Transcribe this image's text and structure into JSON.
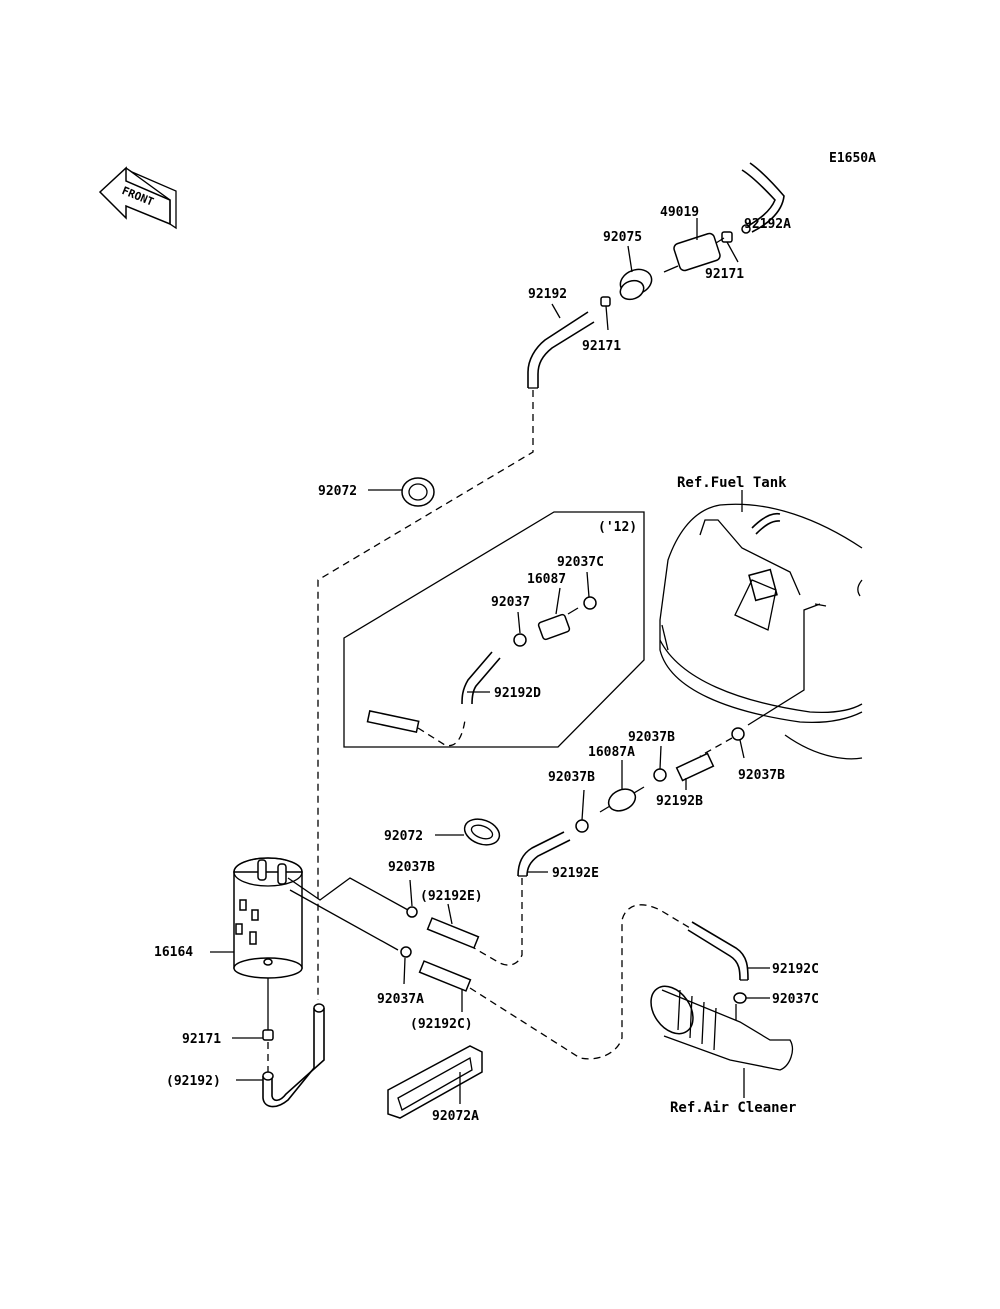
{
  "diagram_code": "E1650A",
  "front_label": "FRONT",
  "variant_label": "('12)",
  "refs": {
    "fuel_tank": "Ref.Fuel Tank",
    "air_cleaner": "Ref.Air Cleaner"
  },
  "parts": {
    "p49019": "49019",
    "p92075": "92075",
    "p92192A": "92192A",
    "p92171_top": "92171",
    "p92192": "92192",
    "p92171_mid": "92171",
    "p92072_top": "92072",
    "p92037C_box": "92037C",
    "p16087": "16087",
    "p92037": "92037",
    "p92192D": "92192D",
    "p92037B_r": "92037B",
    "p16087A": "16087A",
    "p92037B_l": "92037B",
    "p92037B_rr": "92037B",
    "p92192B": "92192B",
    "p92072_mid": "92072",
    "p92192E": "92192E",
    "p92037B_can": "92037B",
    "p92192E_paren": "(92192E)",
    "p16164": "16164",
    "p92037A": "92037A",
    "p92192C_paren": "(92192C)",
    "p92192C": "92192C",
    "p92037C": "92037C",
    "p92171_bot": "92171",
    "p92192_paren": "(92192)",
    "p92072A": "92072A"
  }
}
